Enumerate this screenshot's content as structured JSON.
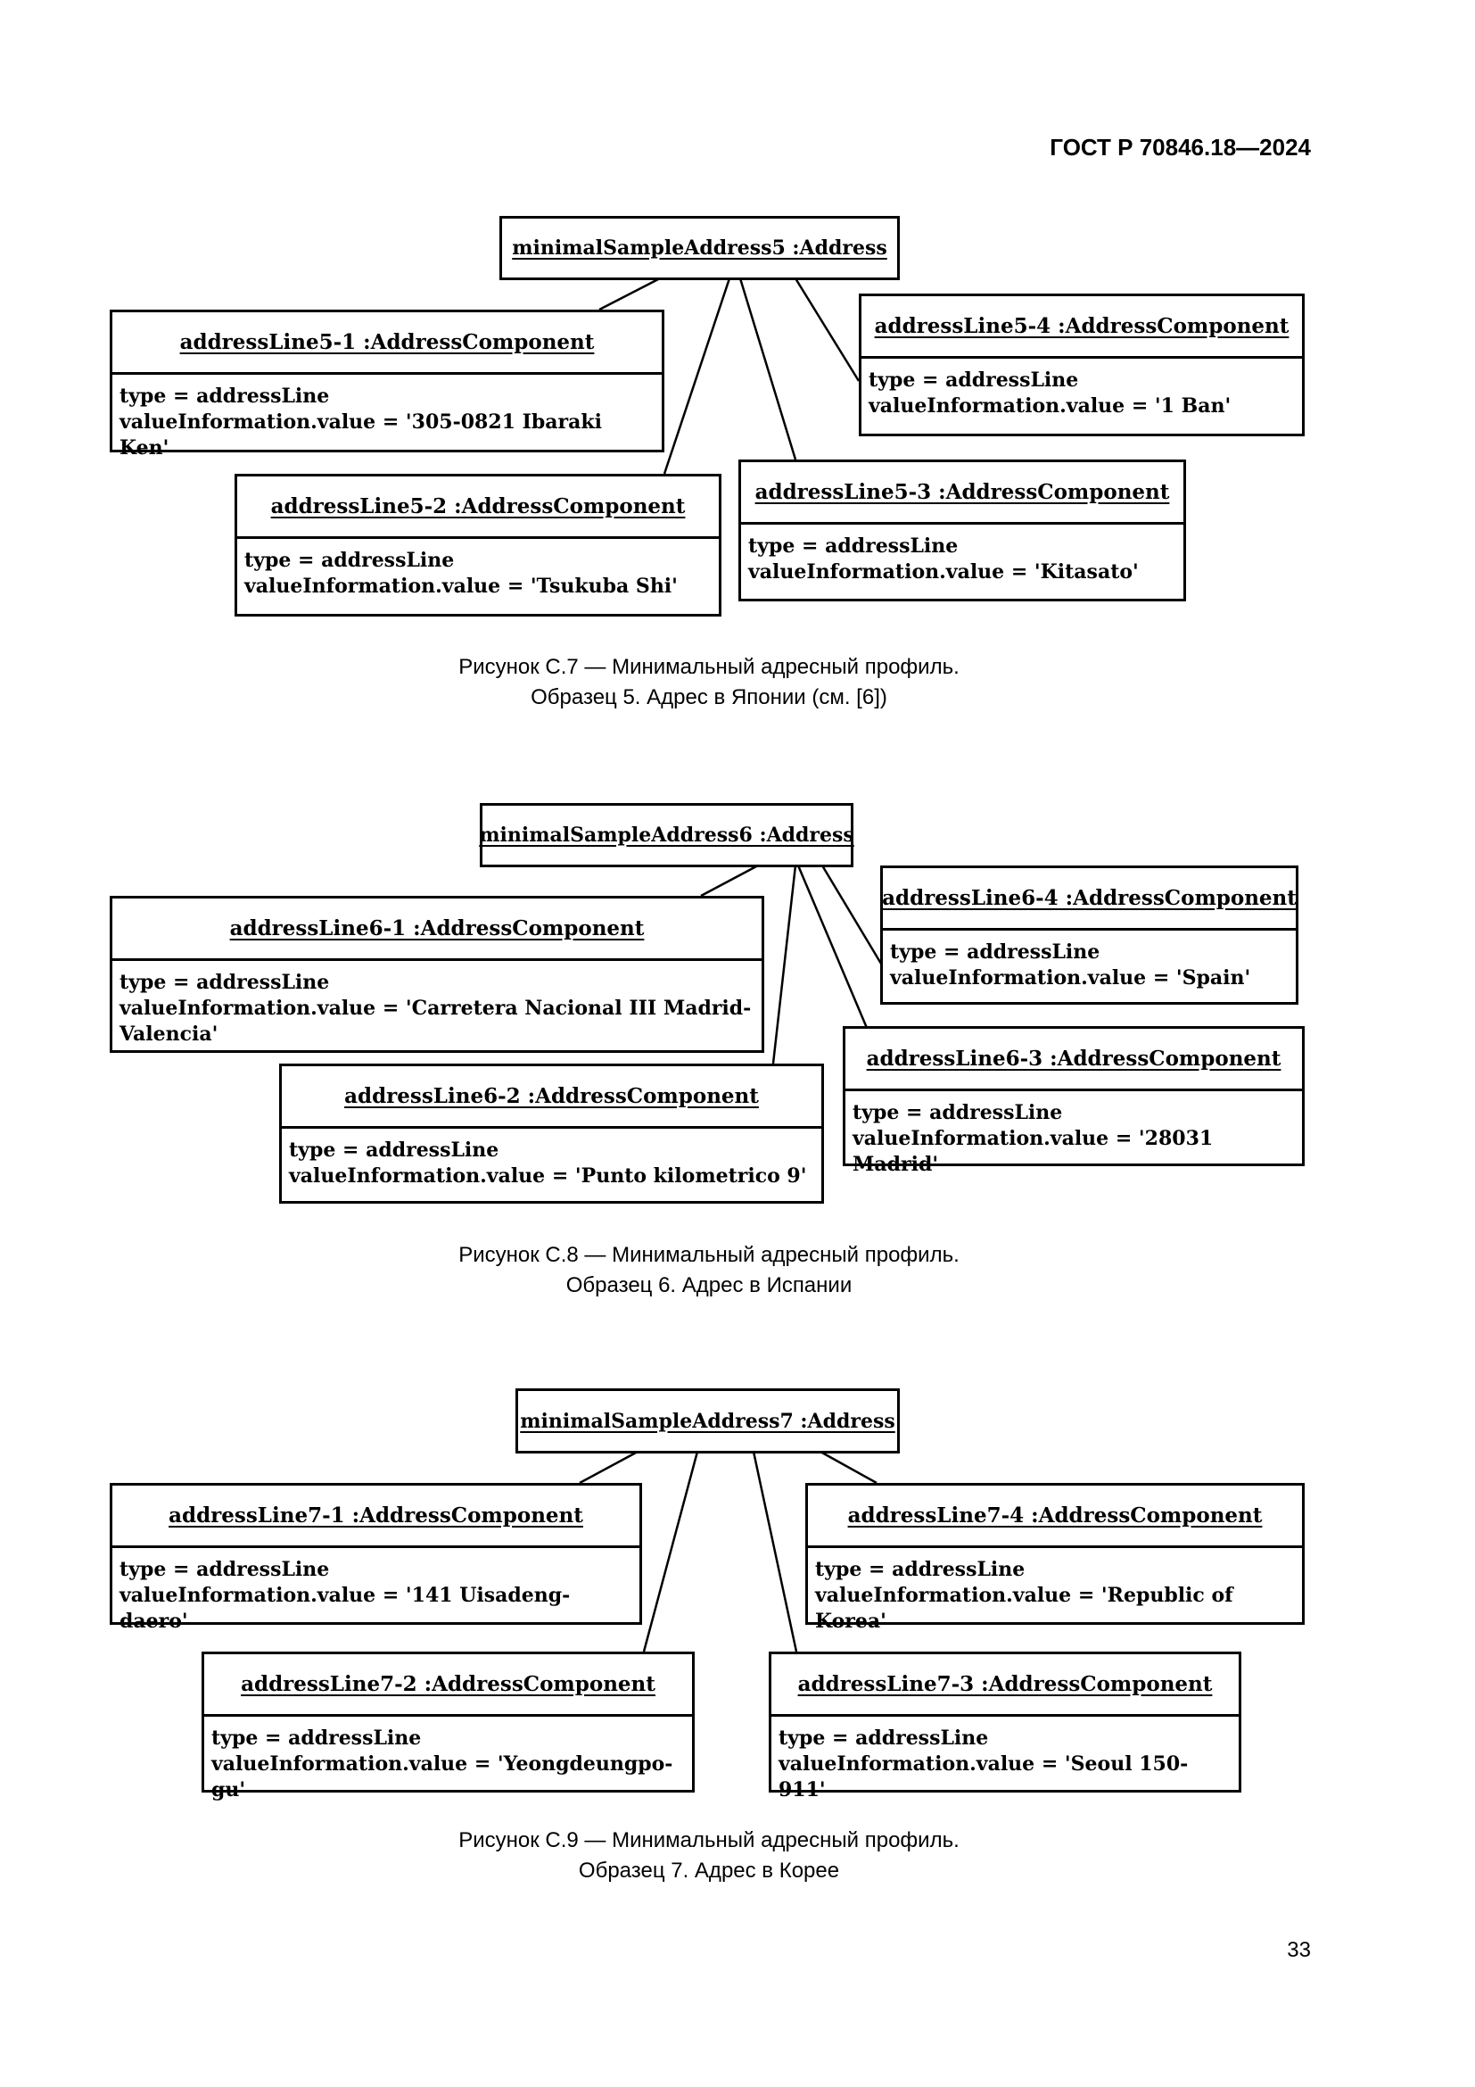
{
  "header": {
    "standard": "ГОСТ Р 70846.18—2024"
  },
  "page_number": "33",
  "figures": [
    {
      "root": "minimalSampleAddress5 :Address",
      "components": [
        {
          "title": "addressLine5-1 :AddressComponent",
          "type_line": "type = addressLine",
          "value_line": "valueInformation.value = '305-0821 Ibaraki Ken'"
        },
        {
          "title": "addressLine5-2 :AddressComponent",
          "type_line": "type = addressLine",
          "value_line": "valueInformation.value = 'Tsukuba Shi'"
        },
        {
          "title": "addressLine5-3 :AddressComponent",
          "type_line": "type = addressLine",
          "value_line": "valueInformation.value = 'Kitasato'"
        },
        {
          "title": "addressLine5-4 :AddressComponent",
          "type_line": "type = addressLine",
          "value_line": "valueInformation.value = '1 Ban'"
        }
      ],
      "caption_line1": "Рисунок С.7 — Минимальный адресный профиль.",
      "caption_line2": "Образец 5. Адрес в Японии (см. [6])"
    },
    {
      "root": "minimalSampleAddress6 :Address",
      "components": [
        {
          "title": "addressLine6-1 :AddressComponent",
          "type_line": "type = addressLine",
          "value_line": "valueInformation.value = 'Carretera Nacional III Madrid-Valencia'"
        },
        {
          "title": "addressLine6-2 :AddressComponent",
          "type_line": "type = addressLine",
          "value_line": "valueInformation.value = 'Punto kilometrico 9'"
        },
        {
          "title": "addressLine6-3 :AddressComponent",
          "type_line": "type = addressLine",
          "value_line": "valueInformation.value = '28031 Madrid'"
        },
        {
          "title": "addressLine6-4 :AddressComponent",
          "type_line": "type = addressLine",
          "value_line": "valueInformation.value = 'Spain'"
        }
      ],
      "caption_line1": "Рисунок С.8 — Минимальный адресный профиль.",
      "caption_line2": "Образец 6. Адрес в Испании"
    },
    {
      "root": "minimalSampleAddress7 :Address",
      "components": [
        {
          "title": "addressLine7-1 :AddressComponent",
          "type_line": "type = addressLine",
          "value_line": "valueInformation.value = '141 Uisadeng-daero'"
        },
        {
          "title": "addressLine7-2 :AddressComponent",
          "type_line": "type = addressLine",
          "value_line": "valueInformation.value = 'Yeongdeungpo-gu'"
        },
        {
          "title": "addressLine7-3 :AddressComponent",
          "type_line": "type = addressLine",
          "value_line": "valueInformation.value = 'Seoul 150-911'"
        },
        {
          "title": "addressLine7-4 :AddressComponent",
          "type_line": "type = addressLine",
          "value_line": "valueInformation.value = 'Republic of Korea'"
        }
      ],
      "caption_line1": "Рисунок С.9 — Минимальный адресный профиль.",
      "caption_line2": "Образец 7. Адрес в Корее"
    }
  ]
}
